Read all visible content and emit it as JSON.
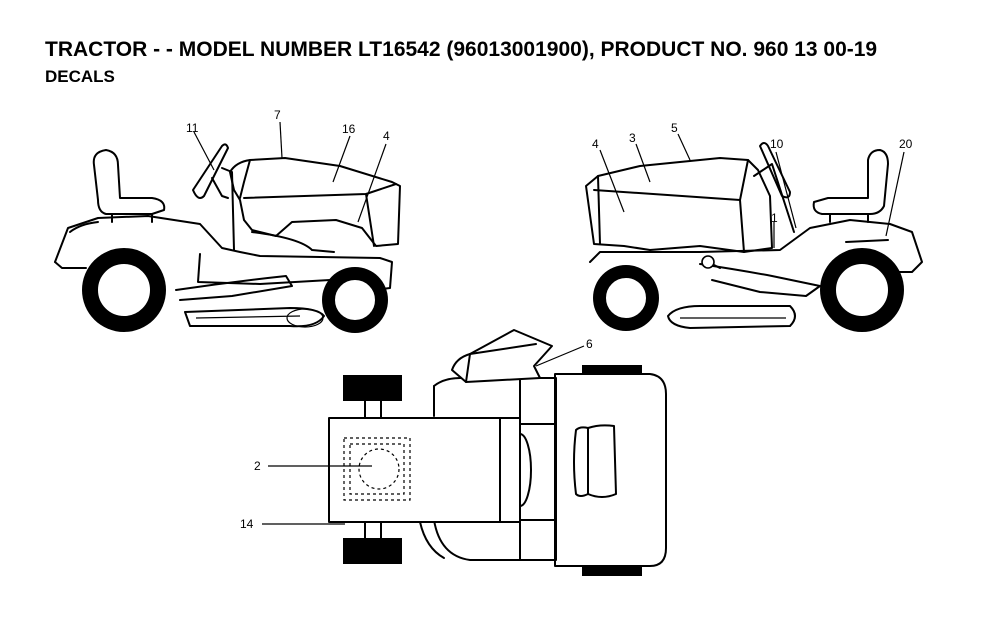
{
  "header": {
    "title": "TRACTOR - - MODEL NUMBER LT16542 (96013001900), PRODUCT NO. 960 13 00-19",
    "subtitle": "DECALS"
  },
  "callouts": {
    "left_view": [
      "11",
      "7",
      "16",
      "4"
    ],
    "right_view": [
      "4",
      "3",
      "5",
      "10",
      "20",
      "1"
    ],
    "top_view": [
      "6",
      "2",
      "14"
    ]
  }
}
